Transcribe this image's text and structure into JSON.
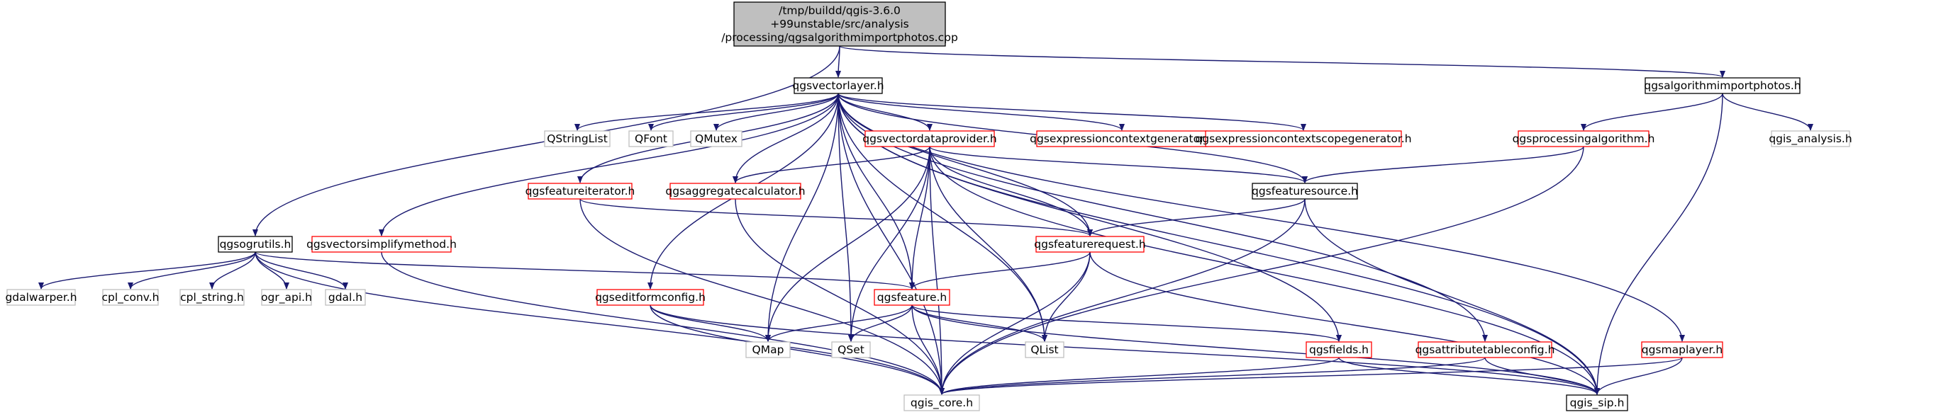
{
  "diagram": {
    "nodes": [
      {
        "id": "root",
        "lines": [
          "/tmp/buildd/qgis-3.6.0",
          "+99unstable/src/analysis",
          "/processing/qgsalgorithmimportphotos.cpp"
        ],
        "status": "root"
      },
      {
        "id": "qgsvectorlayer",
        "lines": [
          "qgsvectorlayer.h"
        ],
        "status": "documented"
      },
      {
        "id": "qgsalgorithmimportphotos",
        "lines": [
          "qgsalgorithmimportphotos.h"
        ],
        "status": "documented"
      },
      {
        "id": "qstringlist",
        "lines": [
          "QStringList"
        ],
        "status": "external"
      },
      {
        "id": "qfont",
        "lines": [
          "QFont"
        ],
        "status": "external"
      },
      {
        "id": "qmutex",
        "lines": [
          "QMutex"
        ],
        "status": "external"
      },
      {
        "id": "qgsvectordataprovider",
        "lines": [
          "qgsvectordataprovider.h"
        ],
        "status": "truncated"
      },
      {
        "id": "qgsexpressioncontextgenerator",
        "lines": [
          "qgsexpressioncontextgenerator.h"
        ],
        "status": "truncated"
      },
      {
        "id": "qgsexpressioncontextscopegenerator",
        "lines": [
          "qgsexpressioncontextscopegenerator.h"
        ],
        "status": "truncated"
      },
      {
        "id": "qgsprocessingalgorithm",
        "lines": [
          "qgsprocessingalgorithm.h"
        ],
        "status": "truncated"
      },
      {
        "id": "qgis_analysis",
        "lines": [
          "qgis_analysis.h"
        ],
        "status": "external"
      },
      {
        "id": "qgsfeatureiterator",
        "lines": [
          "qgsfeatureiterator.h"
        ],
        "status": "truncated"
      },
      {
        "id": "qgsaggregatecalculator",
        "lines": [
          "qgsaggregatecalculator.h"
        ],
        "status": "truncated"
      },
      {
        "id": "qgsfeaturesource",
        "lines": [
          "qgsfeaturesource.h"
        ],
        "status": "documented"
      },
      {
        "id": "qgsogrutils",
        "lines": [
          "qgsogrutils.h"
        ],
        "status": "documented"
      },
      {
        "id": "qgsvectorsimplifymethod",
        "lines": [
          "qgsvectorsimplifymethod.h"
        ],
        "status": "truncated"
      },
      {
        "id": "qgsfeaturerequest",
        "lines": [
          "qgsfeaturerequest.h"
        ],
        "status": "truncated"
      },
      {
        "id": "gdalwarper",
        "lines": [
          "gdalwarper.h"
        ],
        "status": "external"
      },
      {
        "id": "cpl_conv",
        "lines": [
          "cpl_conv.h"
        ],
        "status": "external"
      },
      {
        "id": "cpl_string",
        "lines": [
          "cpl_string.h"
        ],
        "status": "external"
      },
      {
        "id": "ogr_api",
        "lines": [
          "ogr_api.h"
        ],
        "status": "external"
      },
      {
        "id": "gdal",
        "lines": [
          "gdal.h"
        ],
        "status": "external"
      },
      {
        "id": "qgseditformconfig",
        "lines": [
          "qgseditformconfig.h"
        ],
        "status": "truncated"
      },
      {
        "id": "qgsfeature",
        "lines": [
          "qgsfeature.h"
        ],
        "status": "truncated"
      },
      {
        "id": "qmap",
        "lines": [
          "QMap"
        ],
        "status": "external"
      },
      {
        "id": "qset",
        "lines": [
          "QSet"
        ],
        "status": "external"
      },
      {
        "id": "qlist",
        "lines": [
          "QList"
        ],
        "status": "external"
      },
      {
        "id": "qgsfields",
        "lines": [
          "qgsfields.h"
        ],
        "status": "truncated"
      },
      {
        "id": "qgsattributetableconfig",
        "lines": [
          "qgsattributetableconfig.h"
        ],
        "status": "truncated"
      },
      {
        "id": "qgsmaplayer",
        "lines": [
          "qgsmaplayer.h"
        ],
        "status": "truncated"
      },
      {
        "id": "qgis_core",
        "lines": [
          "qgis_core.h"
        ],
        "status": "external"
      },
      {
        "id": "qgis_sip",
        "lines": [
          "qgis_sip.h"
        ],
        "status": "documented"
      }
    ],
    "edges": [
      [
        "root",
        "qgsvectorlayer"
      ],
      [
        "root",
        "qgsalgorithmimportphotos"
      ],
      [
        "root",
        "qgsogrutils"
      ],
      [
        "qgsvectorlayer",
        "qstringlist"
      ],
      [
        "qgsvectorlayer",
        "qfont"
      ],
      [
        "qgsvectorlayer",
        "qmutex"
      ],
      [
        "qgsvectorlayer",
        "qgsvectordataprovider"
      ],
      [
        "qgsvectorlayer",
        "qgsexpressioncontextgenerator"
      ],
      [
        "qgsvectorlayer",
        "qgsexpressioncontextscopegenerator"
      ],
      [
        "qgsvectorlayer",
        "qgsfeatureiterator"
      ],
      [
        "qgsvectorlayer",
        "qgsaggregatecalculator"
      ],
      [
        "qgsvectorlayer",
        "qgsfeaturesource"
      ],
      [
        "qgsvectorlayer",
        "qgsvectorsimplifymethod"
      ],
      [
        "qgsvectorlayer",
        "qgsfeaturerequest"
      ],
      [
        "qgsvectorlayer",
        "qgseditformconfig"
      ],
      [
        "qgsvectorlayer",
        "qgsfeature"
      ],
      [
        "qgsvectorlayer",
        "qmap"
      ],
      [
        "qgsvectorlayer",
        "qset"
      ],
      [
        "qgsvectorlayer",
        "qlist"
      ],
      [
        "qgsvectorlayer",
        "qgsfields"
      ],
      [
        "qgsvectorlayer",
        "qgsattributetableconfig"
      ],
      [
        "qgsvectorlayer",
        "qgsmaplayer"
      ],
      [
        "qgsvectorlayer",
        "qgis_core"
      ],
      [
        "qgsvectorlayer",
        "qgis_sip"
      ],
      [
        "qgsalgorithmimportphotos",
        "qgsprocessingalgorithm"
      ],
      [
        "qgsalgorithmimportphotos",
        "qgis_analysis"
      ],
      [
        "qgsalgorithmimportphotos",
        "qgis_sip"
      ],
      [
        "qgsprocessingalgorithm",
        "qgsfeaturesource"
      ],
      [
        "qgsprocessingalgorithm",
        "qgis_core"
      ],
      [
        "qgsvectordataprovider",
        "qgsaggregatecalculator"
      ],
      [
        "qgsvectordataprovider",
        "qgsfeaturesource"
      ],
      [
        "qgsvectordataprovider",
        "qgsfeaturerequest"
      ],
      [
        "qgsvectordataprovider",
        "qgsfeature"
      ],
      [
        "qgsvectordataprovider",
        "qmap"
      ],
      [
        "qgsvectordataprovider",
        "qset"
      ],
      [
        "qgsvectordataprovider",
        "qlist"
      ],
      [
        "qgsvectordataprovider",
        "qgis_core"
      ],
      [
        "qgsvectordataprovider",
        "qgis_sip"
      ],
      [
        "qgsfeatureiterator",
        "qgsfeaturerequest"
      ],
      [
        "qgsfeatureiterator",
        "qgis_core"
      ],
      [
        "qgsaggregatecalculator",
        "qgis_core"
      ],
      [
        "qgsfeaturesource",
        "qgsfeaturerequest"
      ],
      [
        "qgsfeaturesource",
        "qgis_core"
      ],
      [
        "qgsfeaturesource",
        "qgis_sip"
      ],
      [
        "qgsogrutils",
        "gdalwarper"
      ],
      [
        "qgsogrutils",
        "cpl_conv"
      ],
      [
        "qgsogrutils",
        "cpl_string"
      ],
      [
        "qgsogrutils",
        "ogr_api"
      ],
      [
        "qgsogrutils",
        "gdal"
      ],
      [
        "qgsogrutils",
        "qgsfeature"
      ],
      [
        "qgsogrutils",
        "qgis_core"
      ],
      [
        "qgsvectorsimplifymethod",
        "qgis_core"
      ],
      [
        "qgsfeaturerequest",
        "qgsfeature"
      ],
      [
        "qgsfeaturerequest",
        "qlist"
      ],
      [
        "qgsfeaturerequest",
        "qgis_core"
      ],
      [
        "qgsfeaturerequest",
        "qgis_sip"
      ],
      [
        "qgseditformconfig",
        "qmap"
      ],
      [
        "qgseditformconfig",
        "qgis_core"
      ],
      [
        "qgseditformconfig",
        "qgis_sip"
      ],
      [
        "qgsfeature",
        "qmap"
      ],
      [
        "qgsfeature",
        "qset"
      ],
      [
        "qgsfeature",
        "qlist"
      ],
      [
        "qgsfeature",
        "qgsfields"
      ],
      [
        "qgsfeature",
        "qgis_core"
      ],
      [
        "qgsfeature",
        "qgis_sip"
      ],
      [
        "qgsfields",
        "qgis_core"
      ],
      [
        "qgsfields",
        "qgis_sip"
      ],
      [
        "qgsattributetableconfig",
        "qgis_core"
      ],
      [
        "qgsattributetableconfig",
        "qgis_sip"
      ],
      [
        "qgsmaplayer",
        "qgis_core"
      ],
      [
        "qgsmaplayer",
        "qgis_sip"
      ]
    ],
    "colors": {
      "edge": "#191970",
      "documented_border": "#000000",
      "truncated_border": "#ff0000",
      "external_border": "#bfbfbf",
      "root_fill": "#bfbfbf",
      "node_fill": "#ffffff"
    }
  }
}
